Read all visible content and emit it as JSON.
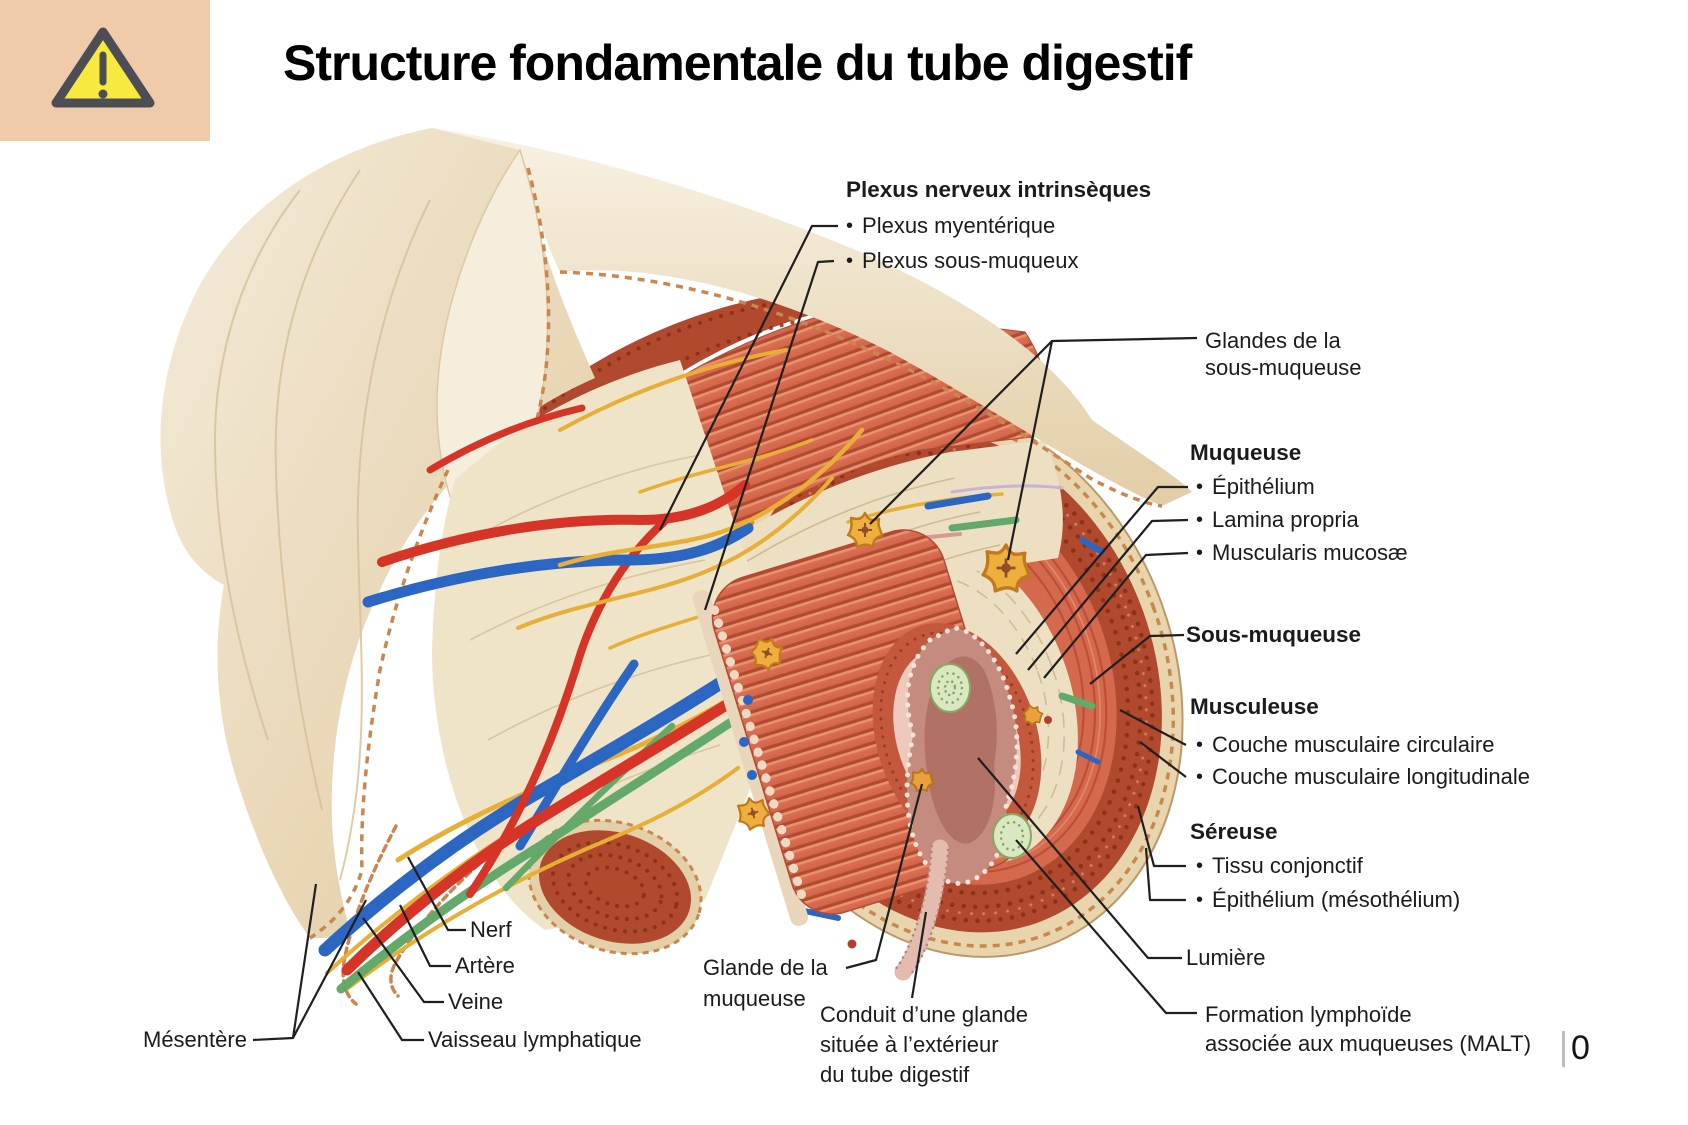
{
  "slide": {
    "title": "Structure fondamentale du tube digestif",
    "page_number": "0"
  },
  "glyphs": {
    "bullet": "•"
  },
  "colors": {
    "warning_block_bg": "#f0cbaa",
    "warning_triangle_fill": "#f7e93d",
    "warning_triangle_border": "#4d4d55",
    "mesentery_beige": "#ead9bd",
    "muscle_dark_red": "#b0492e",
    "muscle_salmon": "#d4694d",
    "submucosa_cream": "#ecdfc2",
    "mucosa_red": "#c4583d",
    "lumen_pink": "#c58b7e",
    "artery_red": "#d63426",
    "vein_blue": "#2b66c2",
    "lymph_green": "#62a96a",
    "nerve_yellow": "#e7af35",
    "gland_yellow": "#efaf3c",
    "malt_green": "#d9e8c0",
    "leader_line": "#1f1f1f"
  },
  "annotations": {
    "plexus": {
      "header": "Plexus nerveux intrinsèques",
      "items": [
        "Plexus myentérique",
        "Plexus sous-muqueux"
      ]
    },
    "glandes_sous_muqueuse": {
      "line1": "Glandes de la",
      "line2": "sous-muqueuse"
    },
    "muqueuse": {
      "header": "Muqueuse",
      "items": [
        "Épithélium",
        "Lamina propria",
        "Muscularis mucosæ"
      ]
    },
    "sous_muqueuse": {
      "header": "Sous-muqueuse"
    },
    "musculeuse": {
      "header": "Musculeuse",
      "items": [
        "Couche musculaire circulaire",
        "Couche musculaire longitudinale"
      ]
    },
    "sereuse": {
      "header": "Séreuse",
      "items": [
        "Tissu conjonctif",
        "Épithélium (mésothélium)"
      ]
    },
    "lumiere": {
      "label": "Lumière"
    },
    "malt": {
      "line1": "Formation lymphoïde",
      "line2": "associée aux muqueuses (MALT)"
    },
    "nerf": {
      "label": "Nerf"
    },
    "artere": {
      "label": "Artère"
    },
    "veine": {
      "label": "Veine"
    },
    "vaisseau_lymphatique": {
      "label": "Vaisseau lymphatique"
    },
    "mesentere": {
      "label": "Mésentère"
    },
    "glande_muqueuse": {
      "line1": "Glande de la",
      "line2": "muqueuse"
    },
    "conduit": {
      "line1": "Conduit d’une glande",
      "line2": "située à l’extérieur",
      "line3": "du tube digestif"
    }
  }
}
